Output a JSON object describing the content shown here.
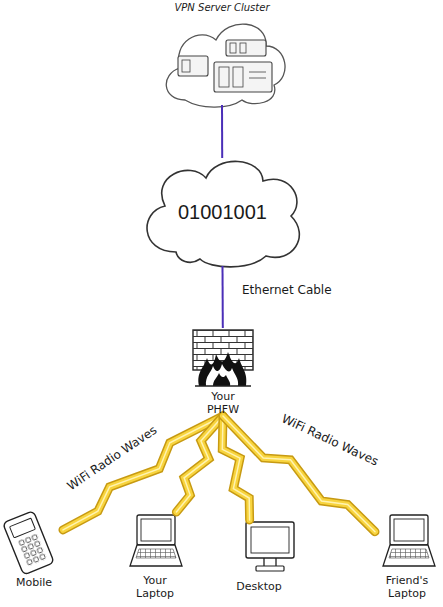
{
  "diagram": {
    "nodes": [
      {
        "text": [
          "VPN Server Cluster"
        ]
      },
      {
        "text": [
          "01001001"
        ]
      },
      {
        "text": [
          "Your PHFW"
        ]
      },
      {
        "text": [
          "Mobile"
        ]
      },
      {
        "text": [
          "Your Laptop"
        ]
      },
      {
        "text": [
          "Desktop"
        ]
      },
      {
        "text": [
          "Friend's Laptop"
        ]
      }
    ],
    "edges": [
      {
        "from": 0,
        "to": 1,
        "arrow": "none"
      },
      {
        "from": 1,
        "to": 2,
        "label": "Ethernet Cable",
        "arrow": "none"
      },
      {
        "from": 2,
        "to": 3,
        "label": "WiFi Radio Waves",
        "arrow": "none"
      },
      {
        "from": 2,
        "to": 4,
        "arrow": "none"
      },
      {
        "from": 2,
        "to": 5,
        "arrow": "none"
      },
      {
        "from": 2,
        "to": 6,
        "label": "WiFi Radio Waves",
        "arrow": "none"
      }
    ]
  }
}
